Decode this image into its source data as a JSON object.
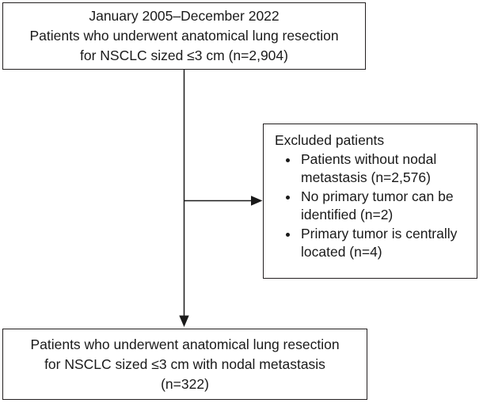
{
  "figure": {
    "background_color": "#ffffff",
    "box_border_color": "#231f20",
    "text_color": "#1a1a1a"
  },
  "top_box": {
    "line1": "January 2005–December 2022",
    "line2": "Patients who underwent anatomical lung resection",
    "line3": "for NSCLC sized ≤3 cm (n=2,904)"
  },
  "exclusion_box": {
    "title": "Excluded patients",
    "items": [
      "Patients without nodal metastasis (n=2,576)",
      "No primary tumor can be identified (n=2)",
      "Primary tumor is centrally located (n=4)"
    ]
  },
  "bottom_box": {
    "line1": "Patients who underwent anatomical lung resection",
    "line2": "for NSCLC sized ≤3 cm with nodal metastasis",
    "line3": "(n=322)"
  },
  "arrows": [
    {
      "name": "main-flow-arrow",
      "direction": "down"
    },
    {
      "name": "exclusion-branch-arrow",
      "direction": "right"
    }
  ]
}
